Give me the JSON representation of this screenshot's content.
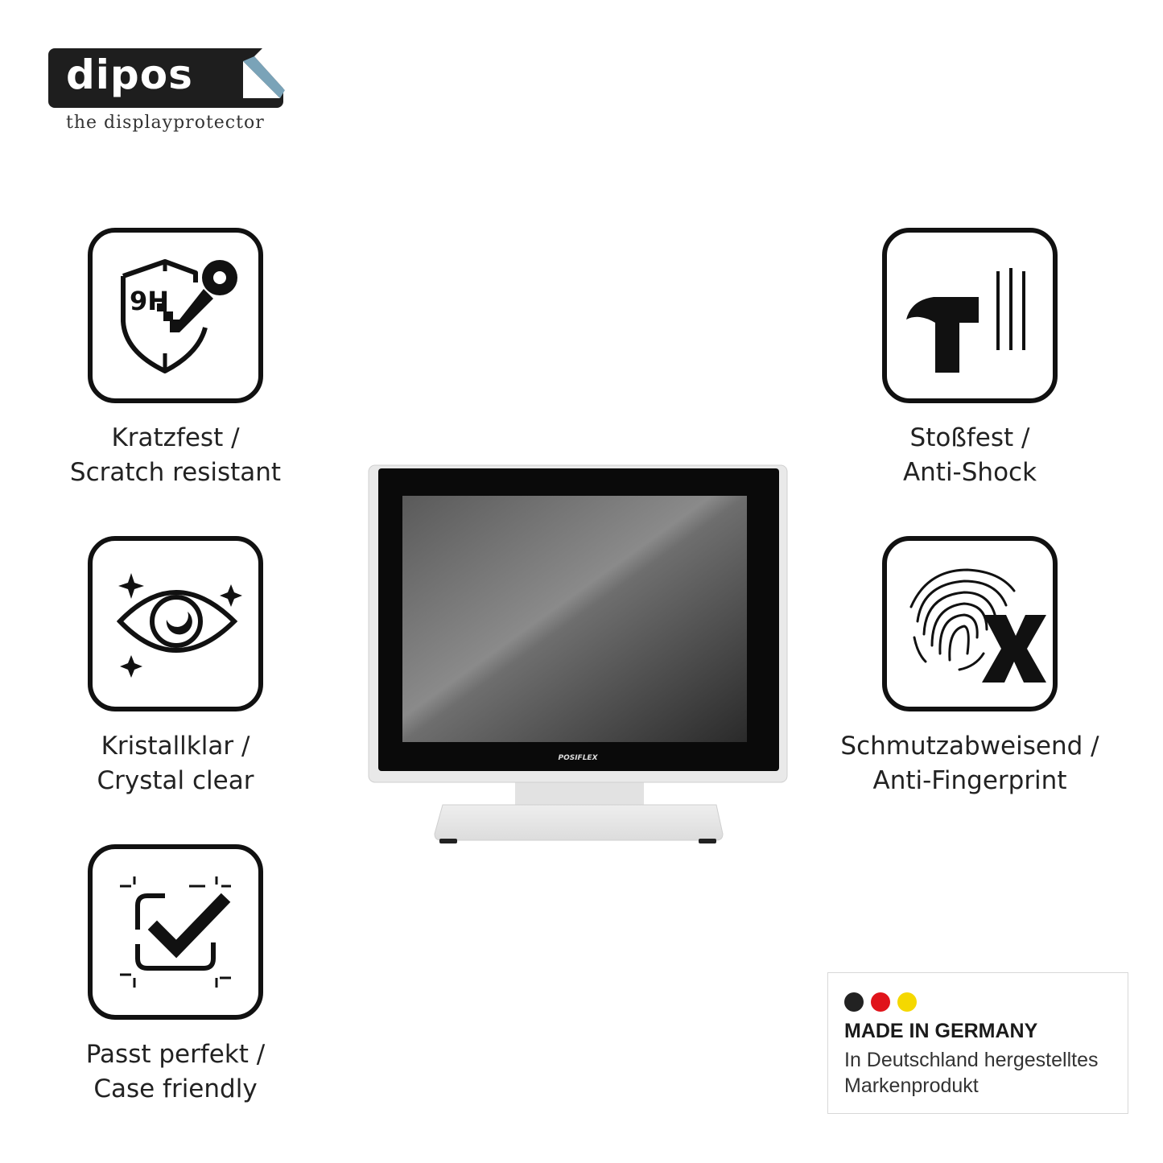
{
  "logo": {
    "name": "dipos",
    "tagline": "the displayprotector"
  },
  "features": [
    {
      "icon": "scratch-resistant-9h-shield-key-icon",
      "line1": "Kratzfest /",
      "line2": "Scratch resistant",
      "icon_text": "9H"
    },
    {
      "icon": "eye-sparkle-icon",
      "line1": "Kristallklar /",
      "line2": "Crystal clear"
    },
    {
      "icon": "checkmark-frame-icon",
      "line1": "Passt perfekt /",
      "line2": "Case friendly"
    },
    {
      "icon": "hammer-impact-icon",
      "line1": "Stoßfest /",
      "line2": "Anti-Shock"
    },
    {
      "icon": "fingerprint-x-icon",
      "line1": "Schmutzabweisend /",
      "line2": "Anti-Fingerprint"
    }
  ],
  "product": {
    "brand": "POSIFLEX"
  },
  "badge": {
    "title": "MADE IN GERMANY",
    "subtitle": "In Deutschland hergestelltes Markenprodukt",
    "flag_colors": [
      "#222222",
      "#e0141b",
      "#f5d800"
    ]
  }
}
